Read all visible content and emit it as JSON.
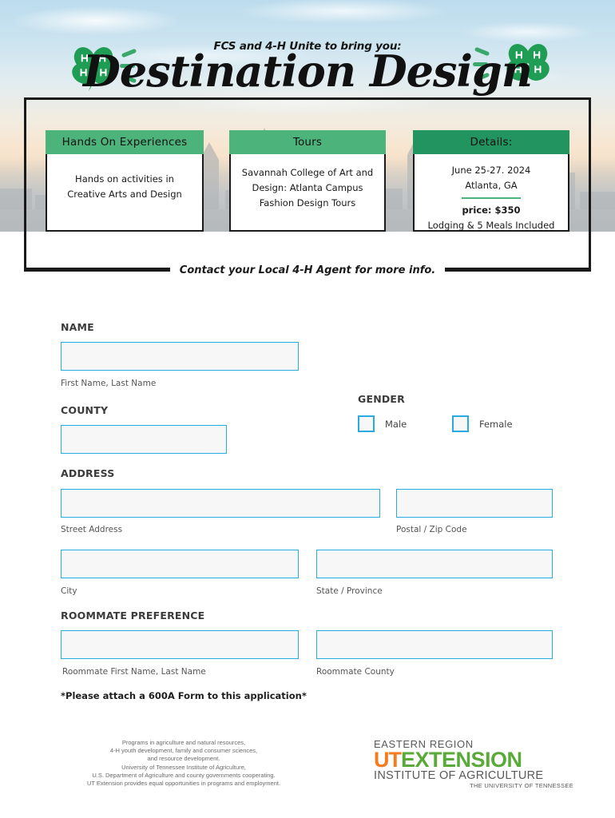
{
  "hero": {
    "kicker": "FCS and 4-H Unite to bring you:",
    "title": "Destination Design",
    "clover_icon_left": "four-leaf-clover-4h-icon",
    "clover_icon_right": "four-leaf-clover-4h-icon",
    "contact_note": "Contact your Local 4-H Agent for more info.",
    "colors": {
      "green_light": "#4cb37b",
      "green_dark": "#21945f",
      "frame_black": "#1a1a1a"
    }
  },
  "cards": [
    {
      "title": "Hands On Experiences",
      "lines": [
        "Hands on activities in",
        "Creative Arts and Design"
      ]
    },
    {
      "title": "Tours",
      "lines": [
        "Savannah College of Art and",
        "Design: Atlanta Campus",
        "Fashion Design Tours"
      ]
    },
    {
      "title": "Details:",
      "date": "June 25-27. 2024",
      "location": "Atlanta, GA",
      "price": "price: $350",
      "included": "Lodging & 5 Meals Included"
    }
  ],
  "form": {
    "name": {
      "label": "NAME",
      "value": "",
      "placeholder": "",
      "hint": "First Name, Last Name"
    },
    "county": {
      "label": "COUNTY",
      "value": "",
      "placeholder": ""
    },
    "gender": {
      "label": "GENDER",
      "options": [
        {
          "label": "Male",
          "checked": false
        },
        {
          "label": "Female",
          "checked": false
        }
      ]
    },
    "address": {
      "label": "ADDRESS",
      "street": {
        "value": "",
        "hint": "Street Address"
      },
      "zip": {
        "value": "",
        "hint": "Postal / Zip Code"
      },
      "city": {
        "value": "",
        "hint": "City"
      },
      "state": {
        "value": "",
        "hint": "State / Province"
      }
    },
    "roommate": {
      "label": "ROOMMATE PREFERENCE",
      "name": {
        "value": "",
        "hint": "Roommate First Name, Last Name"
      },
      "county": {
        "value": "",
        "hint": "Roommate County"
      }
    },
    "note": "*Please attach a 600A Form to this application*"
  },
  "footer": {
    "disclaimer": [
      "Programs in agriculture and natural resources,",
      "4-H youth development, family and consumer sciences,",
      "and resource development.",
      "University of Tennessee Institute of Agriculture,",
      "U.S. Department of Agriculture and county governments cooperating.",
      "UT Extension provides equal opportunities in programs and employment."
    ],
    "logo": {
      "region": "EASTERN REGION",
      "mark": "UT",
      "extension": "EXTENSION",
      "institute": "INSTITUTE OF AGRICULTURE",
      "university": "THE UNIVERSITY OF TENNESSEE",
      "orange": "#f47b20",
      "green": "#5aaa3a"
    }
  }
}
